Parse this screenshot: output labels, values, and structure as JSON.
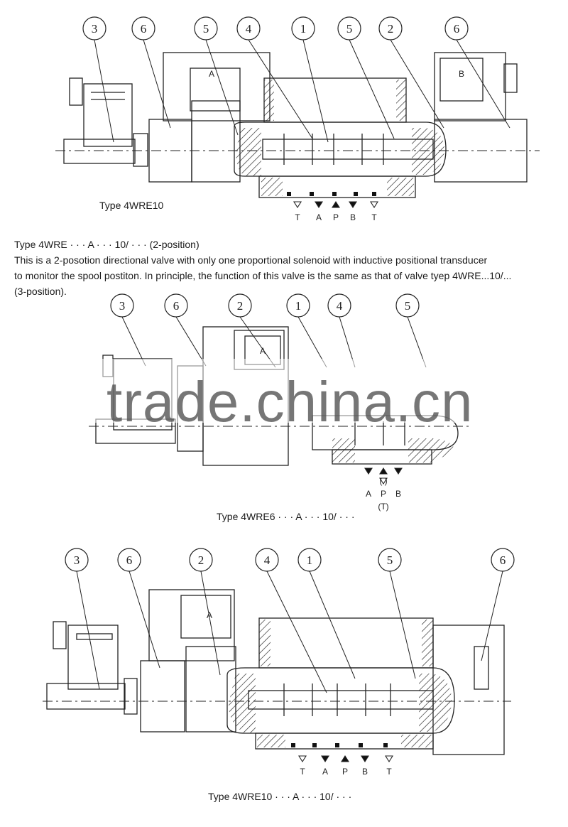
{
  "diagram_top": {
    "callouts": [
      "3",
      "6",
      "5",
      "4",
      "1",
      "5",
      "2",
      "6"
    ],
    "ports": [
      "T",
      "A",
      "P",
      "B",
      "T"
    ],
    "solenoid_a": "A",
    "solenoid_b": "B",
    "caption": "Type 4WRE10"
  },
  "description": {
    "title": "Type 4WRE · · · A · · · 10/ · · · (2-position)",
    "line1": "This is a 2-posotion directional valve with only one proportional solenoid with inductive positional transducer",
    "line2": "to monitor the spool postiton. In principle, the function of this valve is the same as that of valve tyep 4WRE...10/...",
    "line3": "(3-position)."
  },
  "diagram_middle": {
    "callouts": [
      "3",
      "6",
      "2",
      "1",
      "4",
      "5"
    ],
    "ports": [
      "A",
      "P",
      "B"
    ],
    "port_extra": "(T)",
    "paren": "(   )",
    "solenoid_a": "A",
    "caption": "Type 4WRE6 · · · A · · · 10/ · · ·"
  },
  "diagram_bottom": {
    "callouts": [
      "3",
      "6",
      "2",
      "4",
      "1",
      "5",
      "6"
    ],
    "ports": [
      "T",
      "A",
      "P",
      "B",
      "T"
    ],
    "solenoid_a": "A",
    "caption": "Type 4WRE10 · · · A · · · 10/ · · ·"
  },
  "watermark": "trade.china.cn"
}
